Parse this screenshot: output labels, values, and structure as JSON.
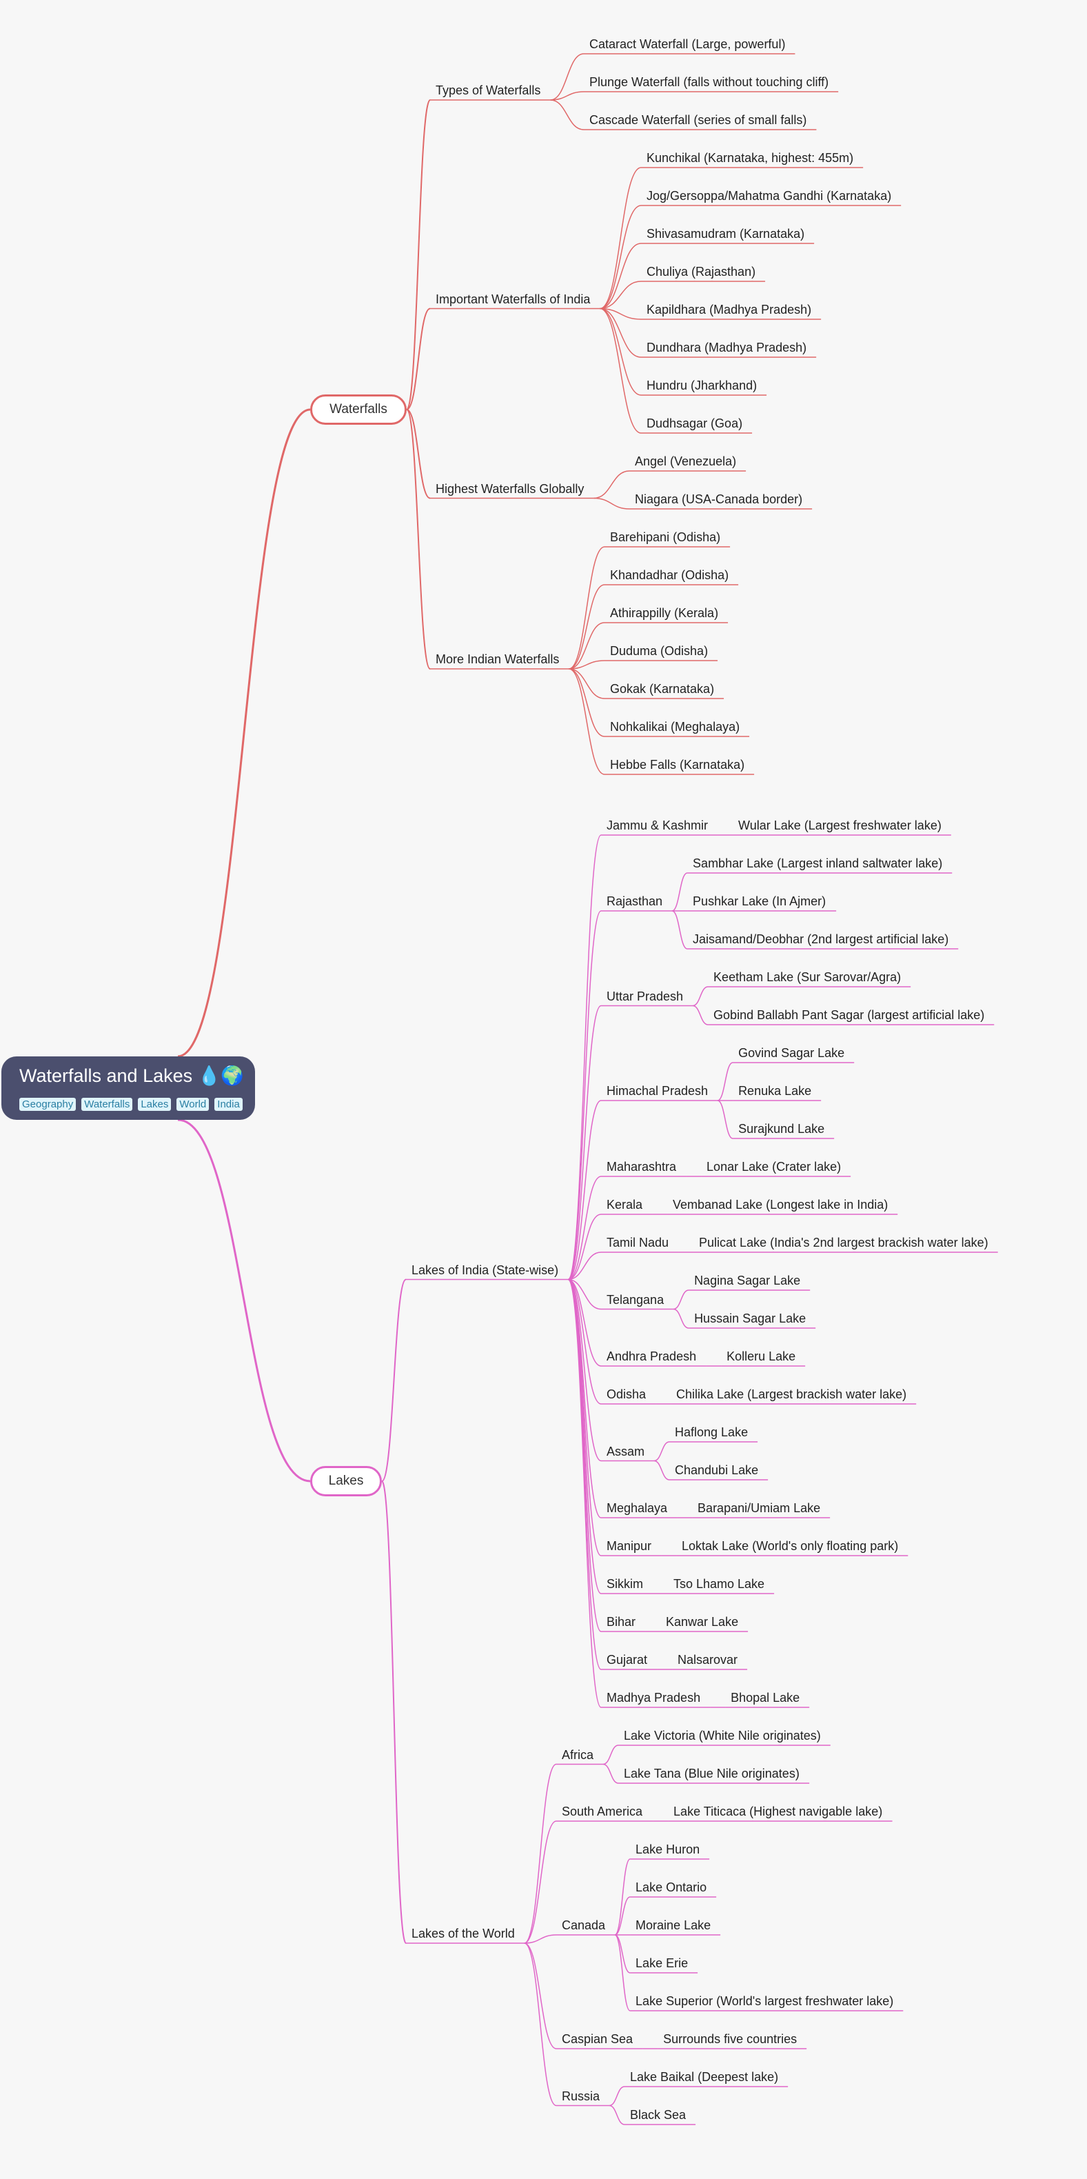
{
  "root": {
    "title": "Waterfalls and Lakes 💧🌍",
    "tags": [
      "Geography",
      "Waterfalls",
      "Lakes",
      "World",
      "India"
    ]
  },
  "colors": {
    "background": "#f7f7f7",
    "root_fill": "#4b4f6e",
    "waterfalls_branch": "#e06868",
    "lakes_branch": "#e066c8",
    "tag_fill": "#dff4fb",
    "tag_text": "#2a7fa3"
  },
  "branches": [
    {
      "label": "Waterfalls",
      "children": [
        {
          "label": "Types of Waterfalls",
          "children": [
            {
              "label": "Cataract Waterfall (Large, powerful)"
            },
            {
              "label": "Plunge Waterfall (falls without touching cliff)"
            },
            {
              "label": "Cascade Waterfall (series of small falls)"
            }
          ]
        },
        {
          "label": "Important Waterfalls of India",
          "children": [
            {
              "label": "Kunchikal (Karnataka, highest: 455m)"
            },
            {
              "label": "Jog/Gersoppa/Mahatma Gandhi (Karnataka)"
            },
            {
              "label": "Shivasamudram (Karnataka)"
            },
            {
              "label": "Chuliya (Rajasthan)"
            },
            {
              "label": "Kapildhara (Madhya Pradesh)"
            },
            {
              "label": "Dundhara (Madhya Pradesh)"
            },
            {
              "label": "Hundru (Jharkhand)"
            },
            {
              "label": "Dudhsagar (Goa)"
            }
          ]
        },
        {
          "label": "Highest Waterfalls Globally",
          "children": [
            {
              "label": "Angel (Venezuela)"
            },
            {
              "label": "Niagara (USA-Canada border)"
            }
          ]
        },
        {
          "label": "More Indian Waterfalls",
          "children": [
            {
              "label": "Barehipani (Odisha)"
            },
            {
              "label": "Khandadhar (Odisha)"
            },
            {
              "label": "Athirappilly (Kerala)"
            },
            {
              "label": "Duduma (Odisha)"
            },
            {
              "label": "Gokak (Karnataka)"
            },
            {
              "label": "Nohkalikai (Meghalaya)"
            },
            {
              "label": "Hebbe Falls (Karnataka)"
            }
          ]
        }
      ]
    },
    {
      "label": "Lakes",
      "children": [
        {
          "label": "Lakes of India (State-wise)",
          "children": [
            {
              "label": "Jammu & Kashmir",
              "children": [
                {
                  "label": "Wular Lake (Largest freshwater lake)"
                }
              ]
            },
            {
              "label": "Rajasthan",
              "children": [
                {
                  "label": "Sambhar Lake (Largest inland saltwater lake)"
                },
                {
                  "label": "Pushkar Lake (In Ajmer)"
                },
                {
                  "label": "Jaisamand/Deobhar (2nd largest artificial lake)"
                }
              ]
            },
            {
              "label": "Uttar Pradesh",
              "children": [
                {
                  "label": "Keetham Lake (Sur Sarovar/Agra)"
                },
                {
                  "label": "Gobind Ballabh Pant Sagar (largest artificial lake)"
                }
              ]
            },
            {
              "label": "Himachal Pradesh",
              "children": [
                {
                  "label": "Govind Sagar Lake"
                },
                {
                  "label": "Renuka Lake"
                },
                {
                  "label": "Surajkund Lake"
                }
              ]
            },
            {
              "label": "Maharashtra",
              "children": [
                {
                  "label": "Lonar Lake (Crater lake)"
                }
              ]
            },
            {
              "label": "Kerala",
              "children": [
                {
                  "label": "Vembanad Lake (Longest lake in India)"
                }
              ]
            },
            {
              "label": "Tamil Nadu",
              "children": [
                {
                  "label": "Pulicat Lake (India's 2nd largest brackish water lake)"
                }
              ]
            },
            {
              "label": "Telangana",
              "children": [
                {
                  "label": "Nagina Sagar Lake"
                },
                {
                  "label": "Hussain Sagar Lake"
                }
              ]
            },
            {
              "label": "Andhra Pradesh",
              "children": [
                {
                  "label": "Kolleru Lake"
                }
              ]
            },
            {
              "label": "Odisha",
              "children": [
                {
                  "label": "Chilika Lake (Largest brackish water lake)"
                }
              ]
            },
            {
              "label": "Assam",
              "children": [
                {
                  "label": "Haflong Lake"
                },
                {
                  "label": "Chandubi Lake"
                }
              ]
            },
            {
              "label": "Meghalaya",
              "children": [
                {
                  "label": "Barapani/Umiam Lake"
                }
              ]
            },
            {
              "label": "Manipur",
              "children": [
                {
                  "label": "Loktak Lake (World's only floating park)"
                }
              ]
            },
            {
              "label": "Sikkim",
              "children": [
                {
                  "label": "Tso Lhamo Lake"
                }
              ]
            },
            {
              "label": "Bihar",
              "children": [
                {
                  "label": "Kanwar Lake"
                }
              ]
            },
            {
              "label": "Gujarat",
              "children": [
                {
                  "label": "Nalsarovar"
                }
              ]
            },
            {
              "label": "Madhya Pradesh",
              "children": [
                {
                  "label": "Bhopal Lake"
                }
              ]
            }
          ]
        },
        {
          "label": "Lakes of the World",
          "children": [
            {
              "label": "Africa",
              "children": [
                {
                  "label": "Lake Victoria (White Nile originates)"
                },
                {
                  "label": "Lake Tana (Blue Nile originates)"
                }
              ]
            },
            {
              "label": "South America",
              "children": [
                {
                  "label": "Lake Titicaca (Highest navigable lake)"
                }
              ]
            },
            {
              "label": "Canada",
              "children": [
                {
                  "label": "Lake Huron"
                },
                {
                  "label": "Lake Ontario"
                },
                {
                  "label": "Moraine Lake"
                },
                {
                  "label": "Lake Erie"
                },
                {
                  "label": "Lake Superior (World's largest freshwater lake)"
                }
              ]
            },
            {
              "label": "Caspian Sea",
              "children": [
                {
                  "label": "Surrounds five countries"
                }
              ]
            },
            {
              "label": "Russia",
              "children": [
                {
                  "label": "Lake Baikal (Deepest lake)"
                },
                {
                  "label": "Black Sea"
                }
              ]
            }
          ]
        }
      ]
    }
  ]
}
